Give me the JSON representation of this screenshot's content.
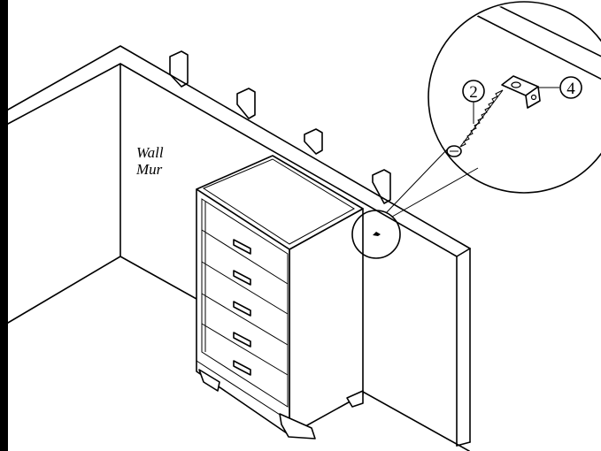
{
  "wall_label_en": "Wall",
  "wall_label_fr": "Mur",
  "callouts": [
    {
      "number": "2",
      "part": "screw"
    },
    {
      "number": "4",
      "part": "l-bracket"
    }
  ],
  "colors": {
    "line": "#000000",
    "background": "#ffffff"
  }
}
